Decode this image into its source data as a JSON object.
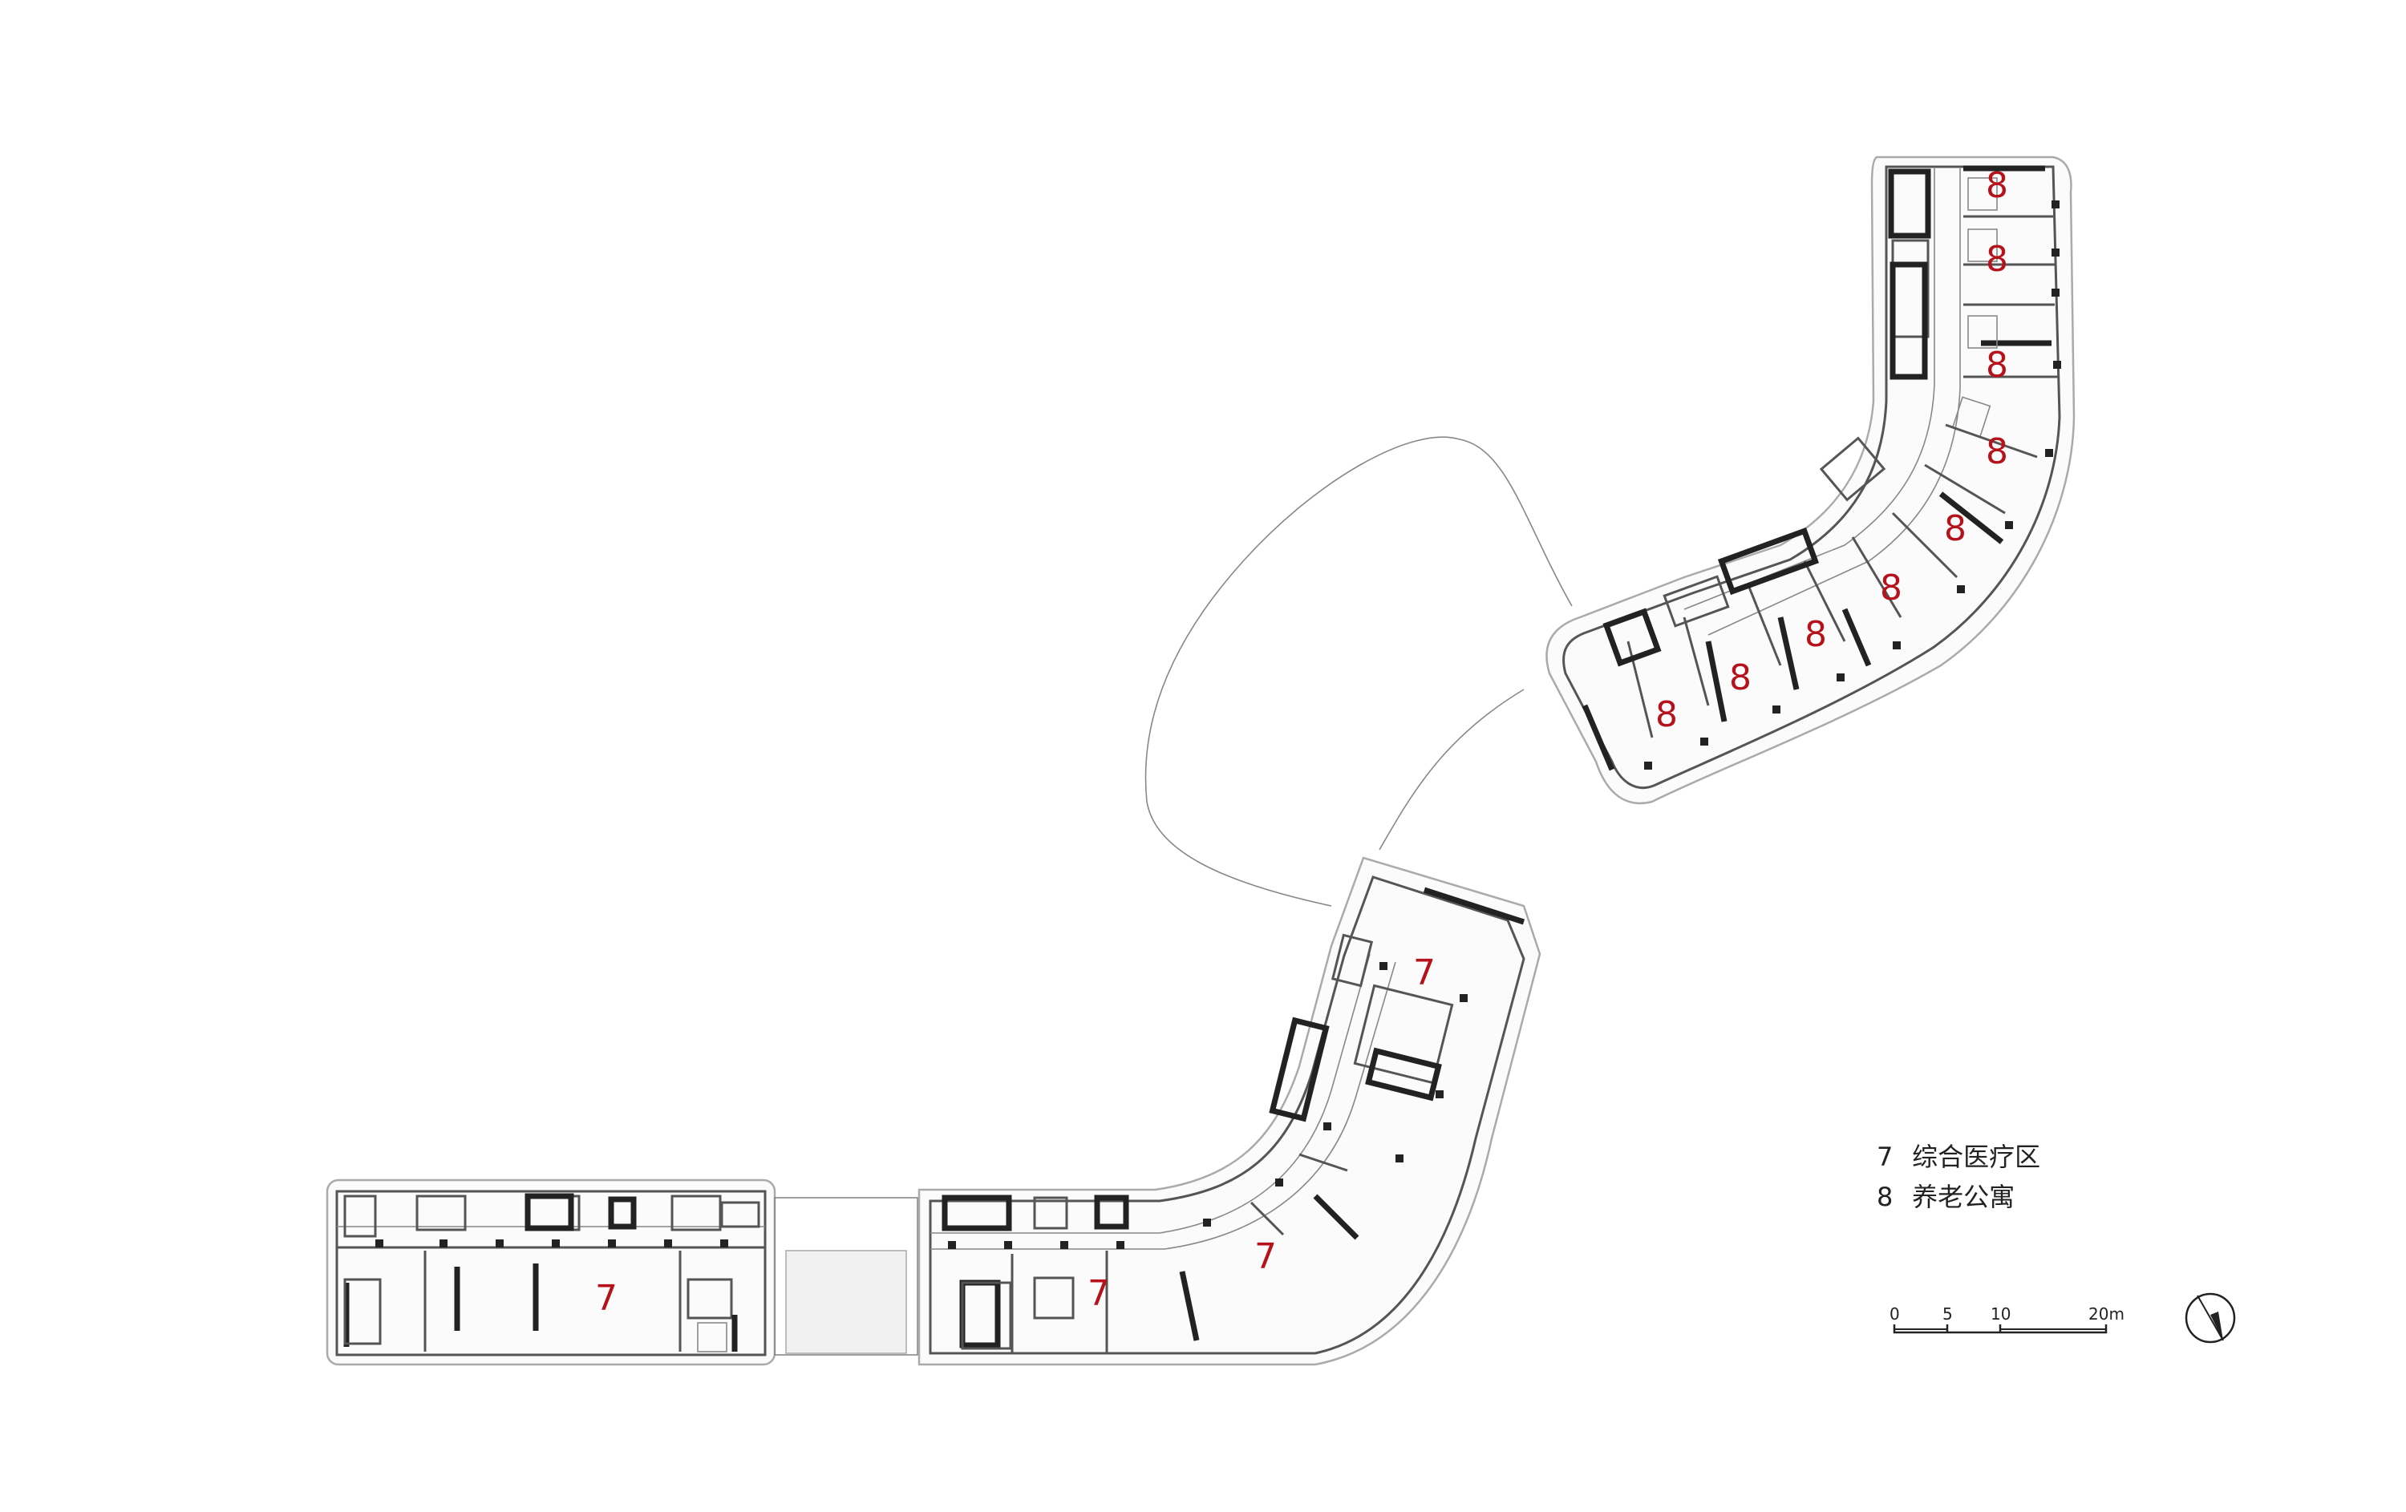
{
  "rooms": {
    "medical": "7",
    "elderly": "8"
  },
  "legend": [
    {
      "number": "7",
      "label": "综合医疗区"
    },
    {
      "number": "8",
      "label": "养老公寓"
    }
  ],
  "scale_bar": {
    "ticks": [
      "0",
      "5",
      "10",
      "20m"
    ]
  },
  "colors": {
    "room_number": "#b5121b",
    "wall": "#555555",
    "heavy_wall": "#222222"
  }
}
